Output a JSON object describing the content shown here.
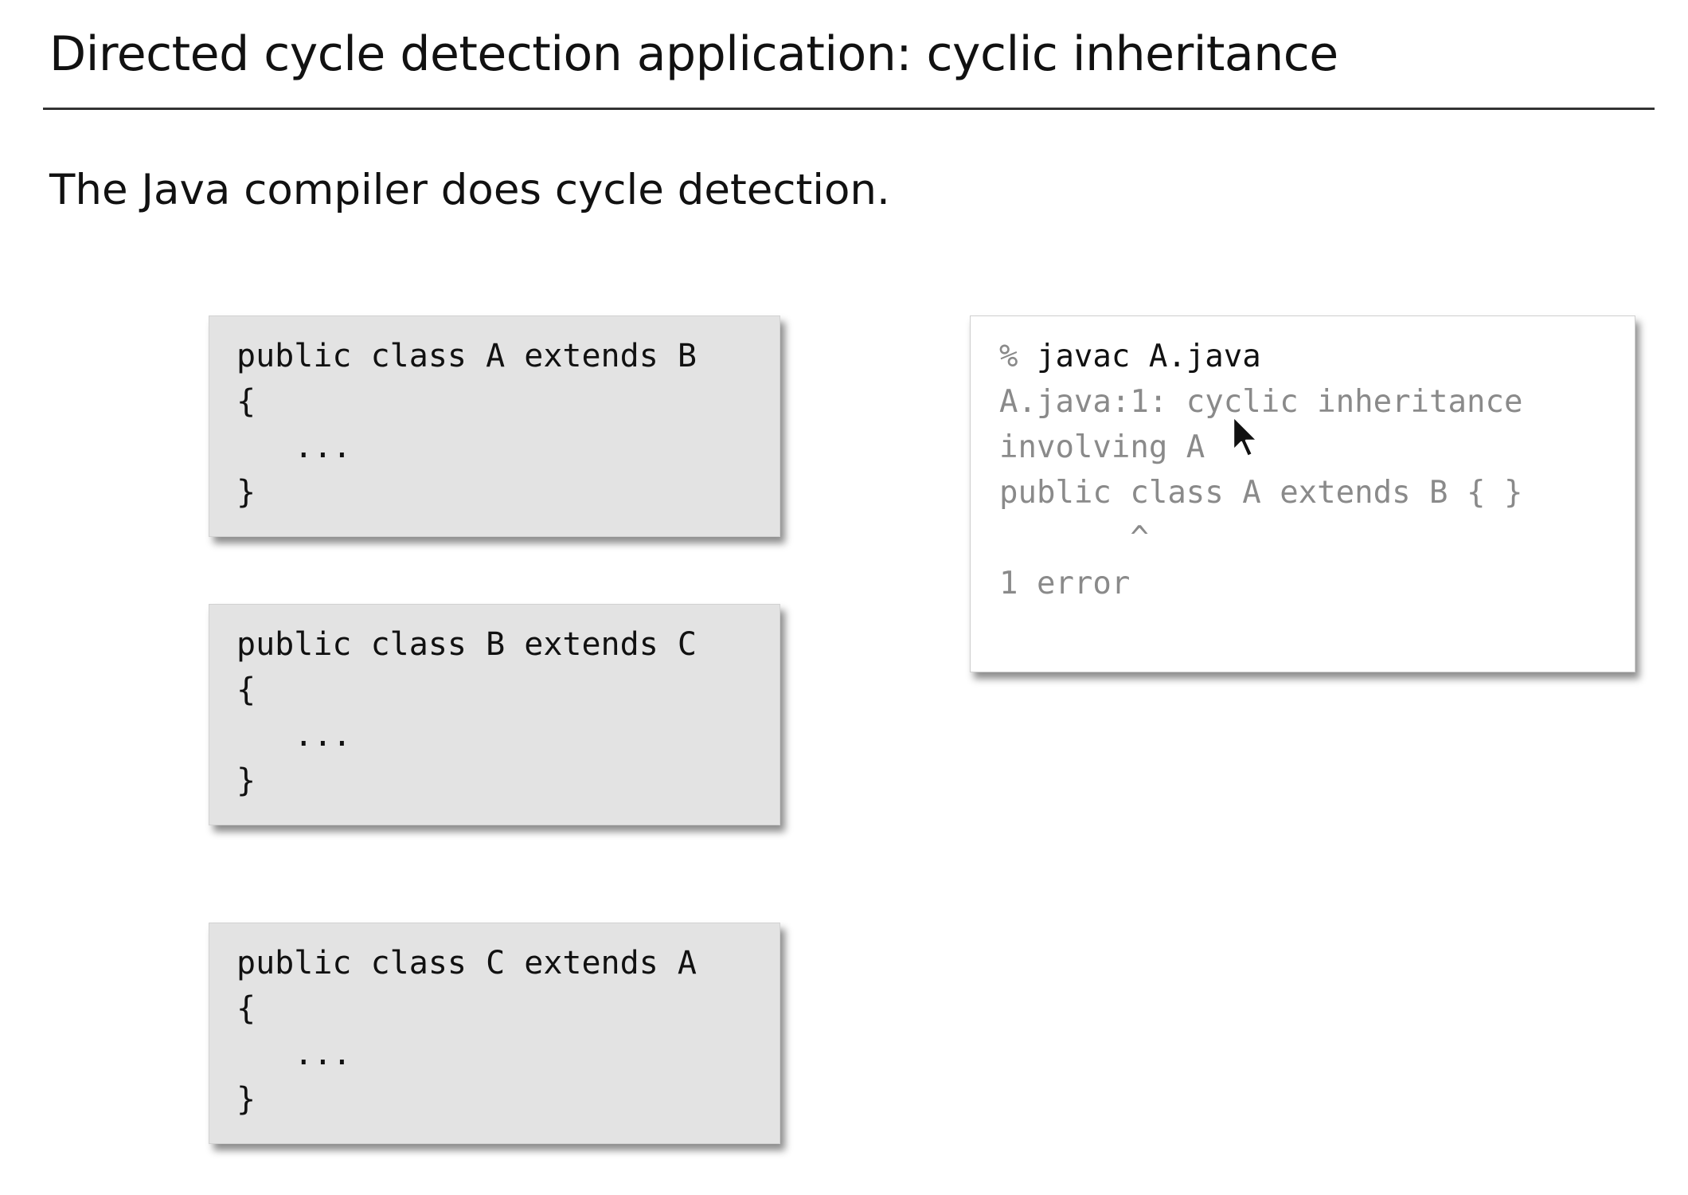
{
  "slide": {
    "title": "Directed cycle detection application:  cyclic inheritance",
    "subtitle": "The Java compiler does cycle detection."
  },
  "code_boxes": [
    {
      "declaration": "public class A extends B",
      "open_brace": "{",
      "body": "   ...",
      "close_brace": "}"
    },
    {
      "declaration": "public class B extends C",
      "open_brace": "{",
      "body": "   ...",
      "close_brace": "}"
    },
    {
      "declaration": "public class C extends A",
      "open_brace": "{",
      "body": "   ...",
      "close_brace": "}"
    }
  ],
  "terminal": {
    "prompt": "% ",
    "command": "javac A.java",
    "output_lines": [
      "A.java:1: cyclic inheritance",
      "involving A",
      "public class A extends B { }",
      "       ^",
      "1 error"
    ]
  },
  "cursor": {
    "icon": "mouse-pointer-icon"
  }
}
